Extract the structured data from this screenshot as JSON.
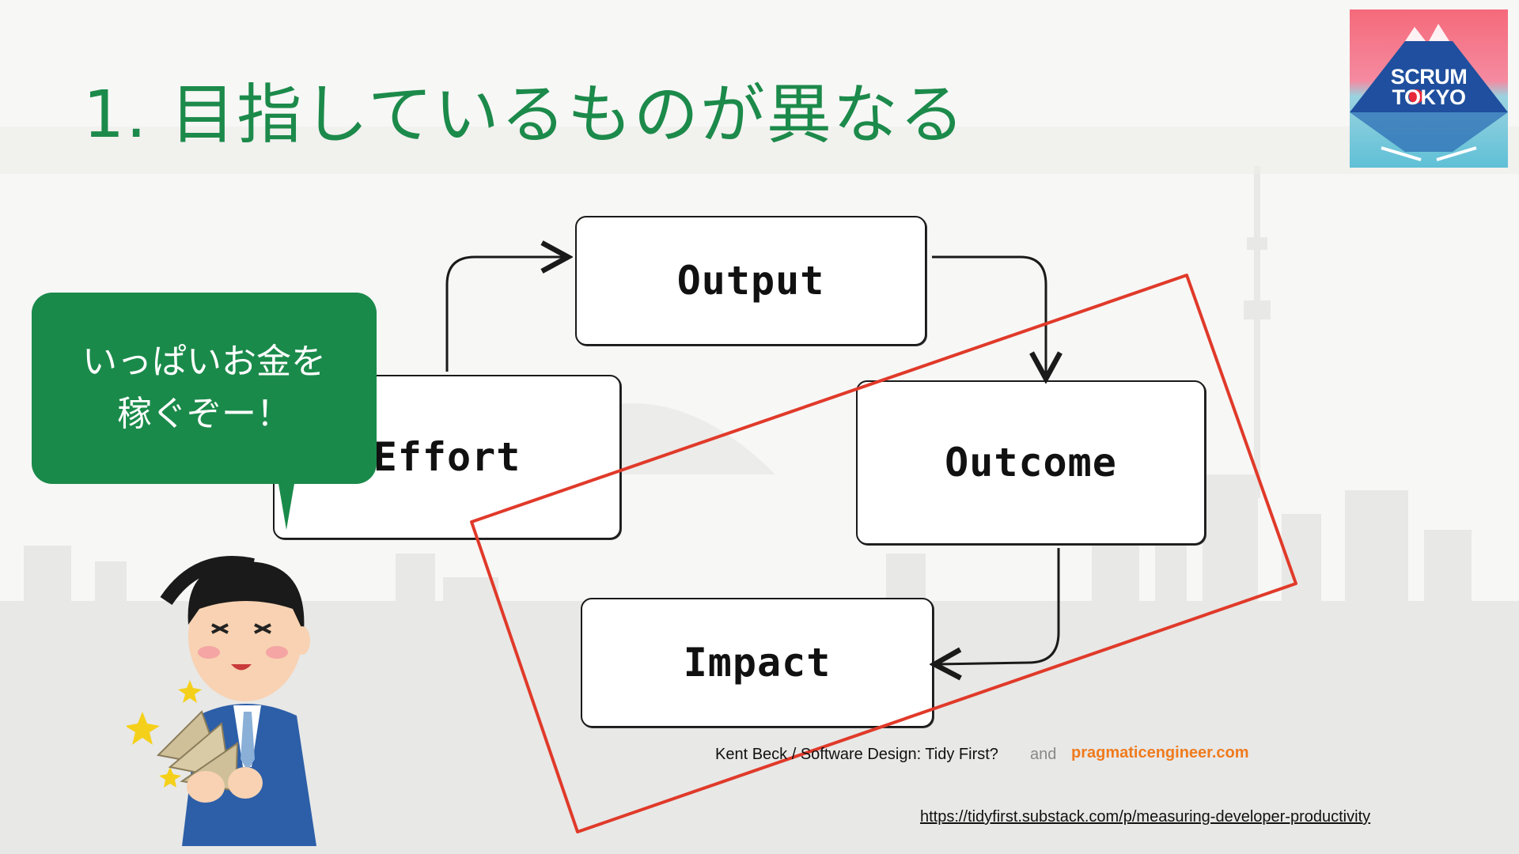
{
  "slide": {
    "title": "1. 目指しているものが異なる"
  },
  "logo": {
    "line1": "SCRUM",
    "line2": "TOKYO",
    "colors": {
      "top": "#f26d7d",
      "mid": "#1e4f9c",
      "bottom": "#6ec6d8"
    }
  },
  "diagram": {
    "boxes": {
      "effort": "Effort",
      "output": "Output",
      "outcome": "Outcome",
      "impact": "Impact"
    },
    "highlight_color": "#e03a2a"
  },
  "bubble": {
    "line1": "いっぱいお金を",
    "line2": "稼ぐぞー！"
  },
  "credit": {
    "author": "Kent Beck / Software Design: Tidy First?",
    "and": "and",
    "site": "pragmaticengineer.com"
  },
  "source_url": "https://tidyfirst.substack.com/p/measuring-developer-productivity",
  "colors": {
    "title": "#1c8a4a",
    "bubble": "#1a8a4a",
    "site": "#f07b1d"
  }
}
